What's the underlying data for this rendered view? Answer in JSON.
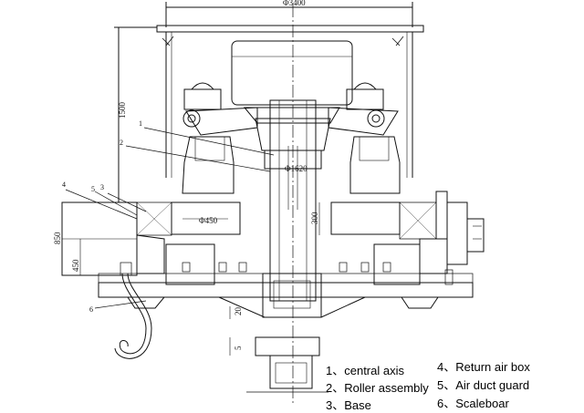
{
  "legend": {
    "items": [
      {
        "num": "1",
        "label": "、central axis"
      },
      {
        "num": "2",
        "label": "、Roller assembly"
      },
      {
        "num": "3",
        "label": "、Base"
      },
      {
        "num": "4",
        "label": "、Return air box"
      },
      {
        "num": "5",
        "label": "、Air duct guard"
      },
      {
        "num": "6",
        "label": "、Scaleboar"
      }
    ]
  },
  "dimensions": {
    "top_overall": "Φ3400",
    "left_vertical": "1500",
    "left_side_a": "850",
    "left_side_b": "450",
    "shaft_dia": "Φ1620",
    "roller_dia": "Φ450",
    "roller_height": "300",
    "bottom_gap": "20",
    "bottom_step": "5"
  },
  "callouts": {
    "c1": "1",
    "c2": "2",
    "c3": "3",
    "c4": "4",
    "c5": "5",
    "c6": "6"
  },
  "colors": {
    "line": "#111111",
    "background": "#ffffff"
  }
}
